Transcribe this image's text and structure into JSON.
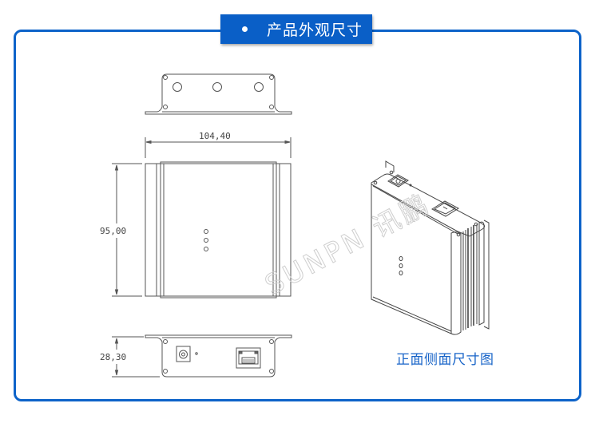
{
  "header": {
    "title": "产品外观尺寸",
    "bullet_icon": "dot-icon"
  },
  "dimensions": {
    "width": "104,40",
    "height": "95,00",
    "depth": "28,30"
  },
  "views": {
    "top_view": "top-mounting-view",
    "front_view": "front-panel-view",
    "bottom_view": "port-panel-view",
    "iso_view": "isometric-view"
  },
  "caption": "正面侧面尺寸图",
  "watermark": "SUNPN 讯鹏",
  "colors": {
    "accent": "#0a5fc7",
    "frame": "#0d63c9",
    "caption": "#1864c8",
    "line": "#555555"
  }
}
